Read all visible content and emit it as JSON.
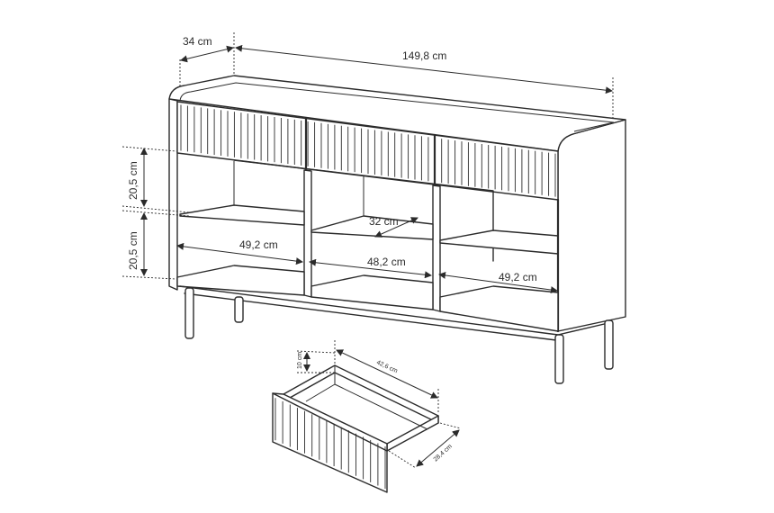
{
  "sideboard": {
    "dimensions": {
      "depth": "34 cm",
      "width": "149,8 cm",
      "drawer_height": "20,5 cm",
      "shelf_height": "20,5 cm",
      "shelf_depth": "32 cm",
      "left_compartment_width": "49,2 cm",
      "middle_compartment_width": "48,2 cm",
      "right_compartment_width": "49,2 cm"
    }
  },
  "drawer": {
    "dimensions": {
      "height": "10 cm",
      "length": "42,6 cm",
      "depth": "28,4 cm"
    }
  }
}
